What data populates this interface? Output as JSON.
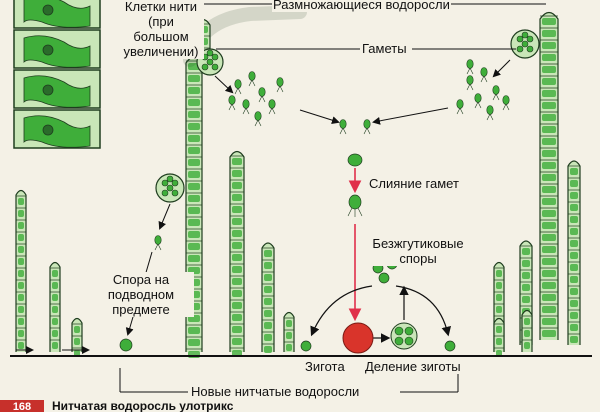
{
  "labels": {
    "cells_closeup": "Клетки нити (при большом увеличении)",
    "reproducing": "Размножающиеся водоросли",
    "gametes": "Гаметы",
    "fusion": "Слияние гамет",
    "flagellaless_spores": "Безжгутиковые споры",
    "spore_on_object": "Спора на подводном предмете",
    "zygote": "Зиготa",
    "zygote_division": "Деление зиготы",
    "new_algae": "Новые нитчатые водоросли"
  },
  "caption": {
    "number": "168",
    "text": "Нитчатая водоросль улотрикс"
  },
  "colors": {
    "cell_green": "#3fae3a",
    "cell_light": "#c9e6b8",
    "outline": "#1f3d1f",
    "zygote_red": "#d9342b",
    "arrow_red": "#e0304a",
    "accent": "#c7302b"
  }
}
